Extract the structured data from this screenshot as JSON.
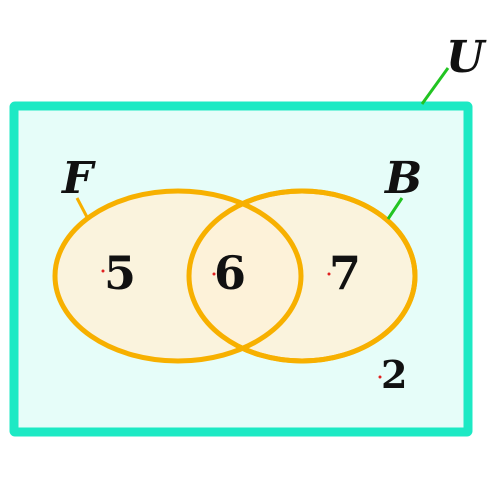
{
  "colors": {
    "universe_stroke": "#1de9c4",
    "universe_fill": "#e6fdf9",
    "circle_stroke": "#f7b000",
    "circle_fill": "#fdf1d8",
    "leader_green": "#22c422",
    "leader_orange": "#f7b000",
    "dot_red": "#e02020"
  },
  "labels": {
    "universe": "U",
    "set_left": "F",
    "set_right": "B"
  },
  "regions": {
    "only_left": "5",
    "both": "6",
    "only_right": "7",
    "outside": "2"
  }
}
